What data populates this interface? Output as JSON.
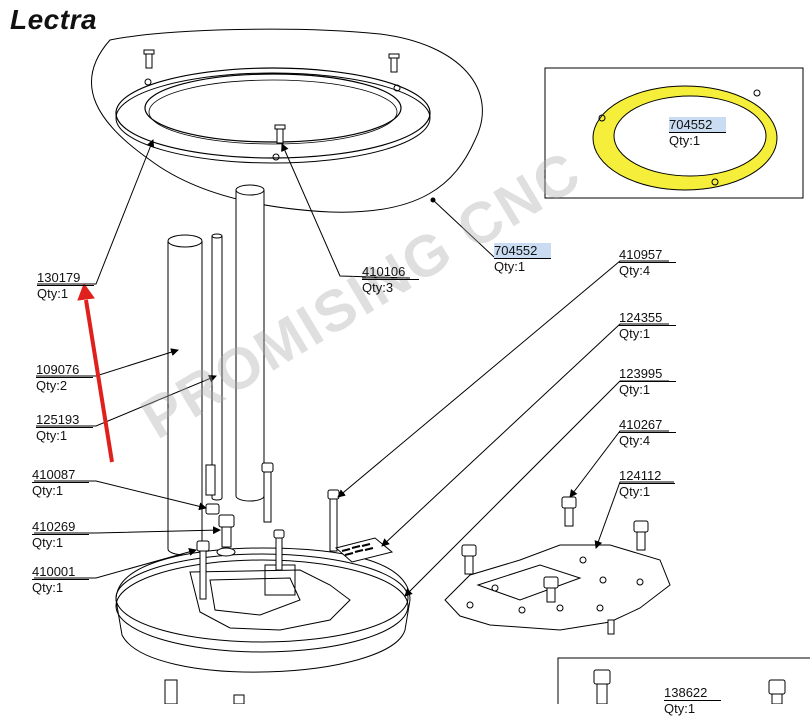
{
  "brand": "Lectra",
  "watermark": "PROMISING CNC",
  "callouts": [
    {
      "id": "c130179",
      "part": "130179",
      "qty": "Qty:1"
    },
    {
      "id": "c410106",
      "part": "410106",
      "qty": "Qty:3"
    },
    {
      "id": "c704552a",
      "part": "704552",
      "qty": "Qty:1"
    },
    {
      "id": "c704552b",
      "part": "704552",
      "qty": "Qty:1"
    },
    {
      "id": "c410957",
      "part": "410957",
      "qty": "Qty:4"
    },
    {
      "id": "c124355",
      "part": "124355",
      "qty": "Qty:1"
    },
    {
      "id": "c123995",
      "part": "123995",
      "qty": "Qty:1"
    },
    {
      "id": "c410267",
      "part": "410267",
      "qty": "Qty:4"
    },
    {
      "id": "c124112",
      "part": "124112",
      "qty": "Qty:1"
    },
    {
      "id": "c109076",
      "part": "109076",
      "qty": "Qty:2"
    },
    {
      "id": "c125193",
      "part": "125193",
      "qty": "Qty:1"
    },
    {
      "id": "c410087",
      "part": "410087",
      "qty": "Qty:1"
    },
    {
      "id": "c410269",
      "part": "410269",
      "qty": "Qty:1"
    },
    {
      "id": "c410001",
      "part": "410001",
      "qty": "Qty:1"
    },
    {
      "id": "c138622",
      "part": "138622",
      "qty": "Qty:1"
    }
  ],
  "colors": {
    "ring_highlight": "#f5ee3a",
    "arrow_red": "#e0201c",
    "label_highlight": "#c9dcf2"
  }
}
